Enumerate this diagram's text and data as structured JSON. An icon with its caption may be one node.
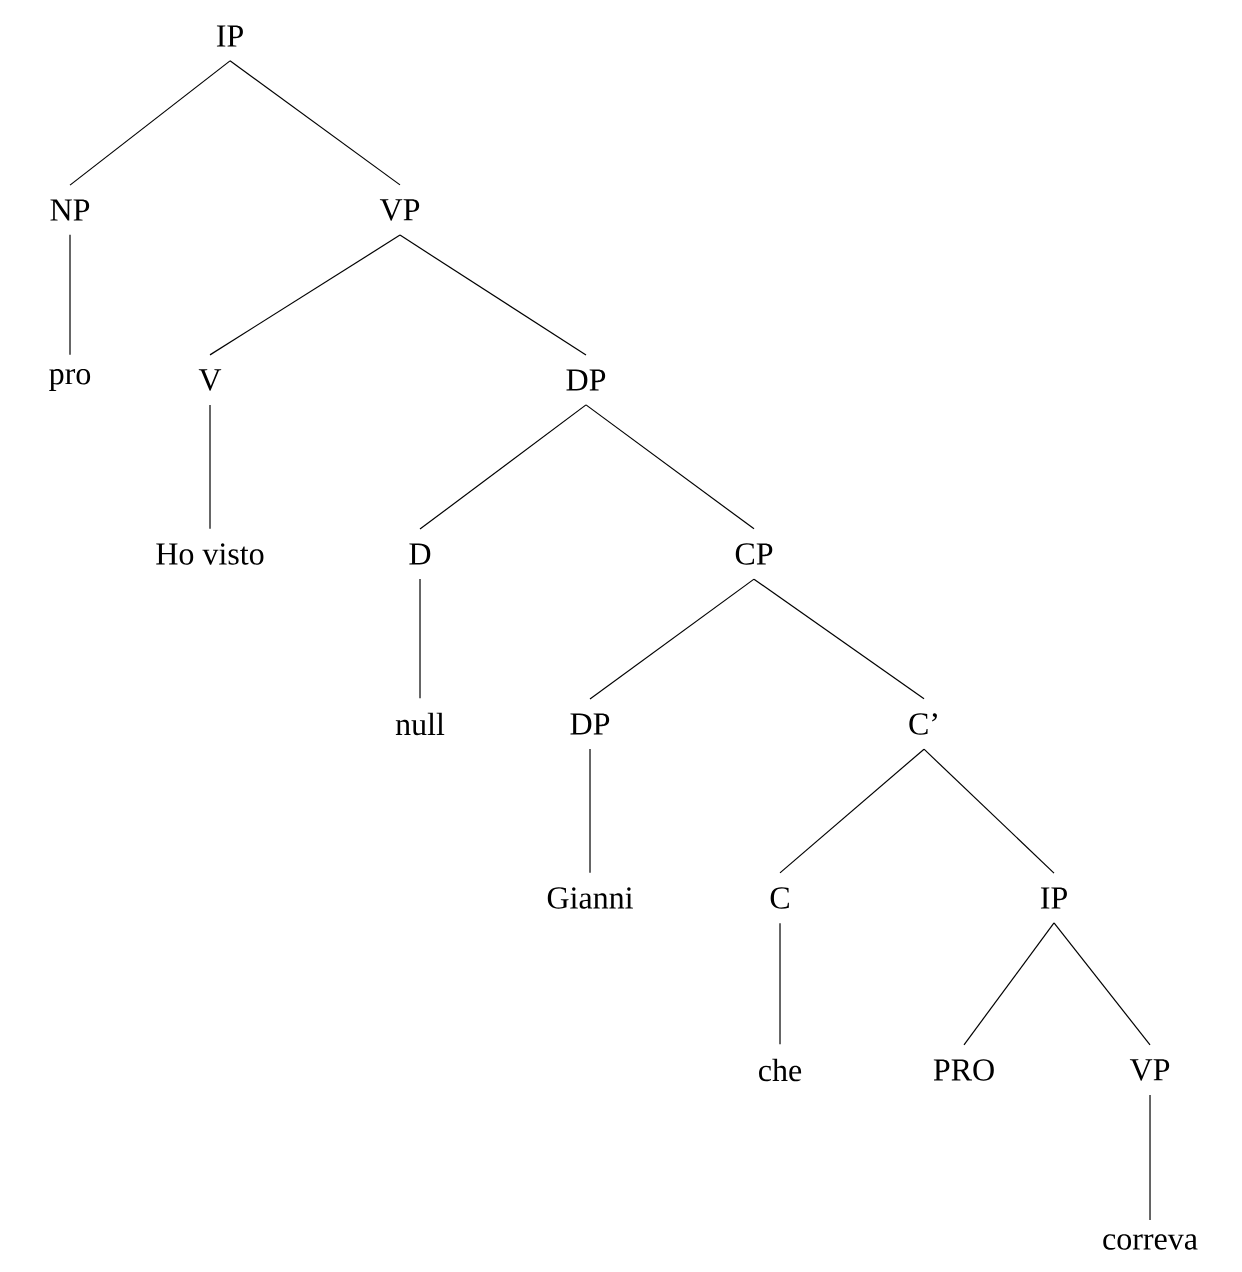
{
  "diagram": {
    "nodes": [
      {
        "text": [
          "IP"
        ]
      },
      {
        "text": [
          "NP"
        ]
      },
      {
        "text": [
          "VP"
        ]
      },
      {
        "text": [
          "pro"
        ]
      },
      {
        "text": [
          "V"
        ]
      },
      {
        "text": [
          "DP"
        ]
      },
      {
        "text": [
          "Ho visto"
        ]
      },
      {
        "text": [
          "D"
        ]
      },
      {
        "text": [
          "CP"
        ]
      },
      {
        "text": [
          "null"
        ]
      },
      {
        "text": [
          "DP"
        ]
      },
      {
        "text": [
          "C’"
        ]
      },
      {
        "text": [
          "Gianni"
        ]
      },
      {
        "text": [
          "C"
        ]
      },
      {
        "text": [
          "IP"
        ]
      },
      {
        "text": [
          "che"
        ]
      },
      {
        "text": [
          "PRO"
        ]
      },
      {
        "text": [
          "VP"
        ]
      },
      {
        "text": [
          "correva"
        ]
      }
    ],
    "edges": [
      {
        "from": 0,
        "to": 1,
        "arrow": "none"
      },
      {
        "from": 0,
        "to": 2,
        "arrow": "none"
      },
      {
        "from": 1,
        "to": 3,
        "arrow": "none"
      },
      {
        "from": 2,
        "to": 4,
        "arrow": "none"
      },
      {
        "from": 2,
        "to": 5,
        "arrow": "none"
      },
      {
        "from": 4,
        "to": 6,
        "arrow": "none"
      },
      {
        "from": 5,
        "to": 7,
        "arrow": "none"
      },
      {
        "from": 5,
        "to": 8,
        "arrow": "none"
      },
      {
        "from": 7,
        "to": 9,
        "arrow": "none"
      },
      {
        "from": 8,
        "to": 10,
        "arrow": "none"
      },
      {
        "from": 8,
        "to": 11,
        "arrow": "none"
      },
      {
        "from": 10,
        "to": 12,
        "arrow": "none"
      },
      {
        "from": 11,
        "to": 13,
        "arrow": "none"
      },
      {
        "from": 11,
        "to": 14,
        "arrow": "none"
      },
      {
        "from": 13,
        "to": 15,
        "arrow": "none"
      },
      {
        "from": 14,
        "to": 16,
        "arrow": "none"
      },
      {
        "from": 14,
        "to": 17,
        "arrow": "none"
      },
      {
        "from": 17,
        "to": 18,
        "arrow": "none"
      }
    ]
  }
}
